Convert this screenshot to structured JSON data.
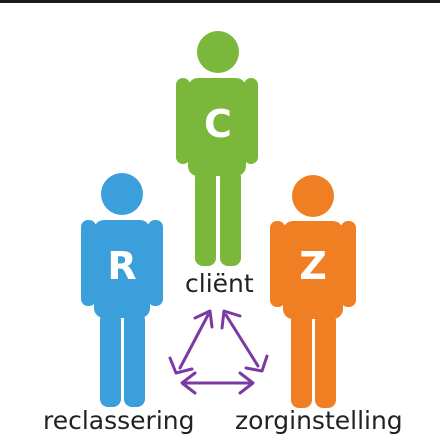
{
  "figures": [
    {
      "key": "client",
      "letter": "C",
      "color": "#7ab73a"
    },
    {
      "key": "reclassering",
      "letter": "R",
      "color": "#3b9fdb"
    },
    {
      "key": "zorginstelling",
      "letter": "Z",
      "color": "#f07f24"
    }
  ],
  "labels": {
    "client": "cliënt",
    "reclassering": "reclassering",
    "zorginstelling": "zorginstelling"
  },
  "arrows": {
    "color": "#7b3aa3",
    "description": "bidirectional triangle between the three parties"
  }
}
